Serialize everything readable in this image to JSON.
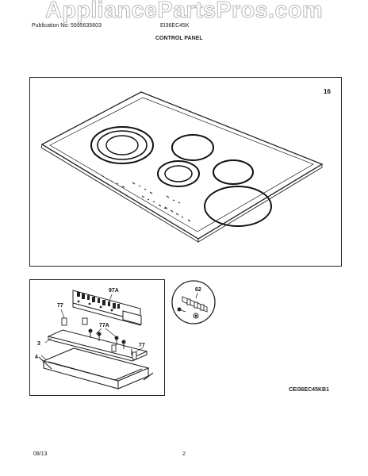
{
  "header": {
    "watermark": "AppliancePartsPros.com",
    "publication": "Publication No: 5995635603",
    "model": "EI36EC45K",
    "section_title": "CONTROL PANEL"
  },
  "figure_top": {
    "page_number": "16"
  },
  "callouts": {
    "c62": "62",
    "c97a": "97A",
    "c77_left": "77",
    "c77a": "77A",
    "c77_right": "77",
    "c3": "3",
    "c4": "4"
  },
  "figure_code": "CEI36EC45KB1",
  "footer": {
    "date": "08/13",
    "page": "2"
  }
}
